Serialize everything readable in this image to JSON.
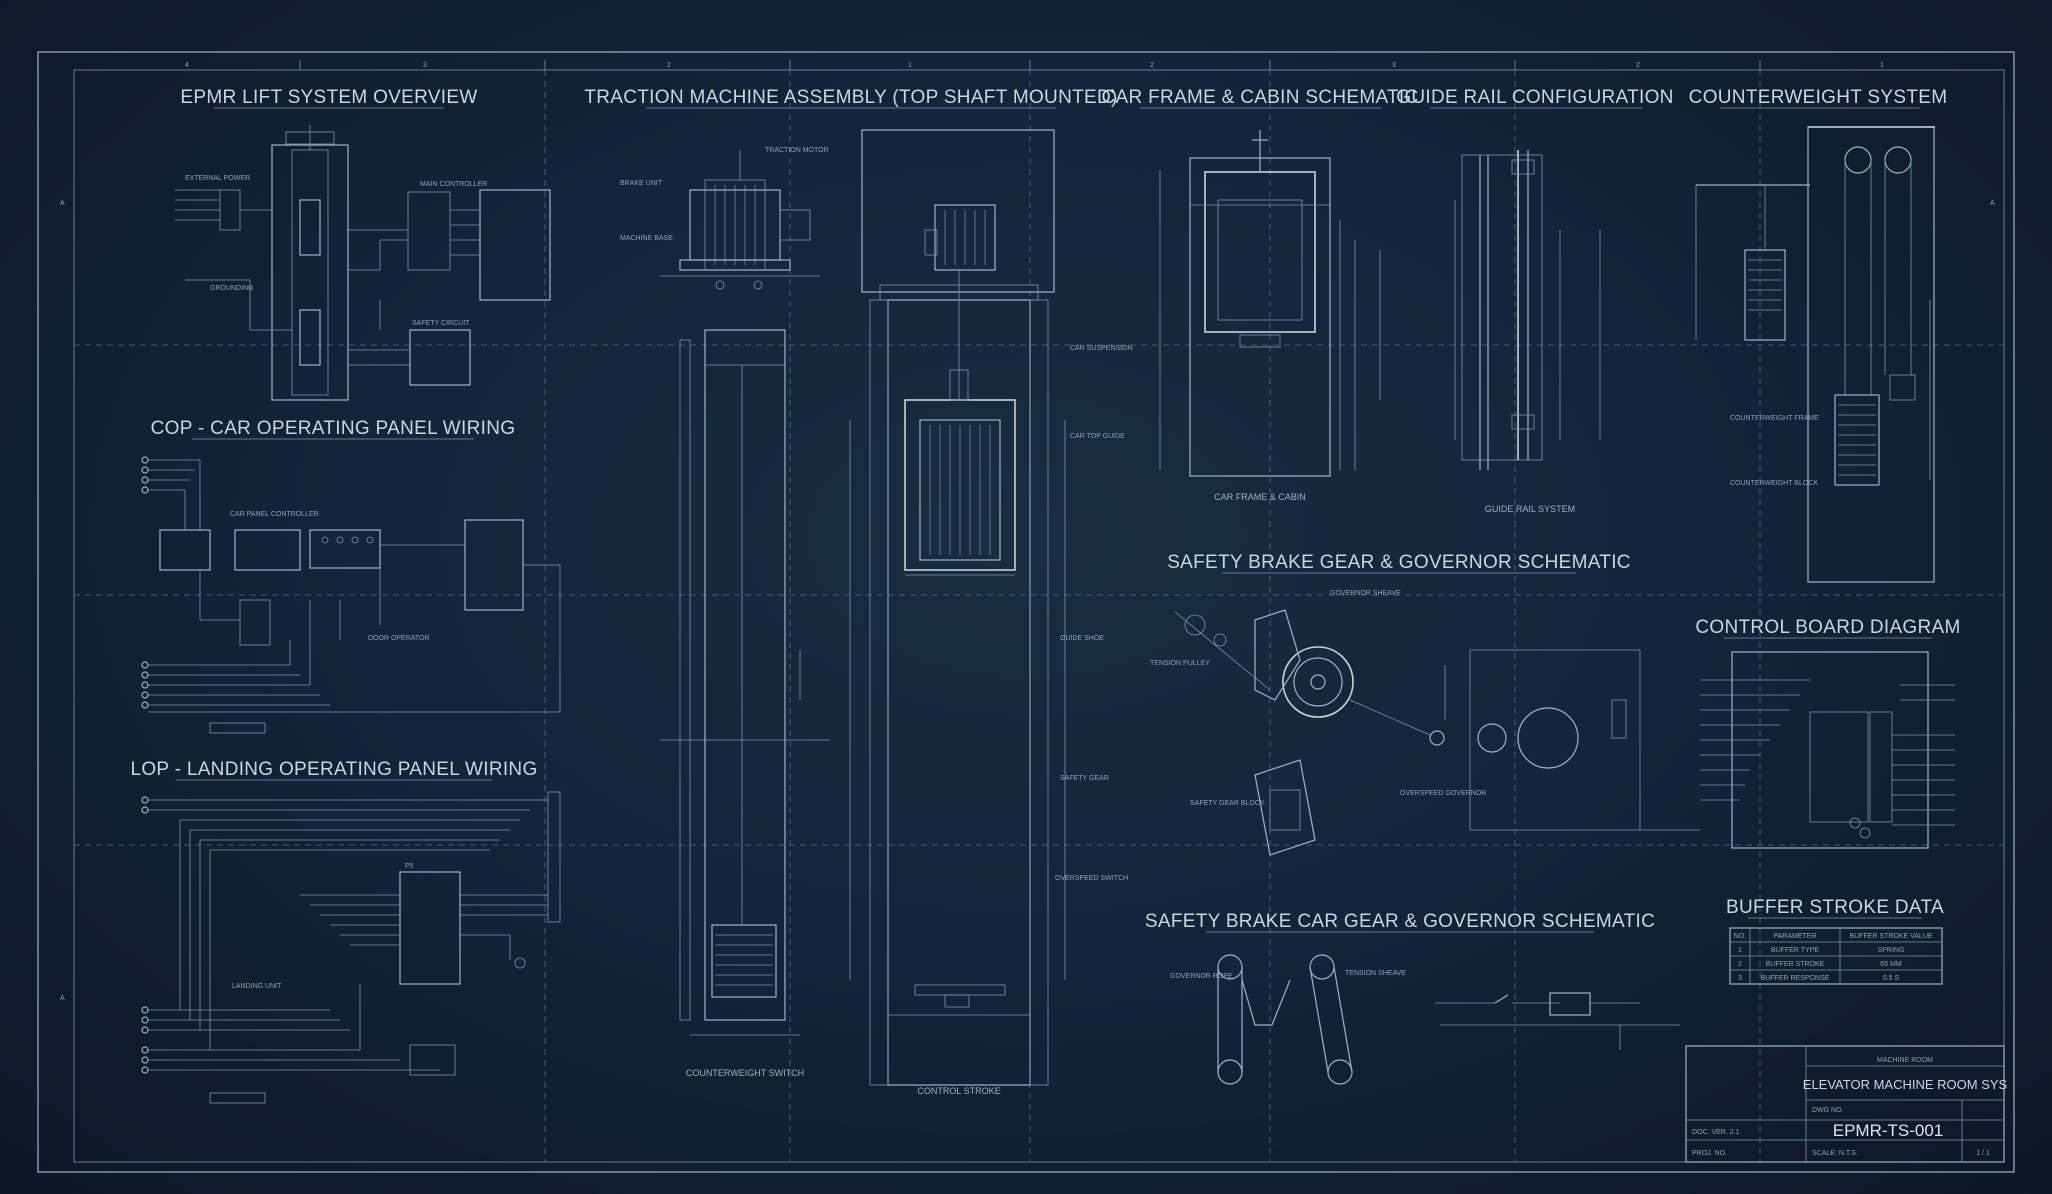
{
  "titles": {
    "overview": "EPMR LIFT SYSTEM OVERVIEW",
    "traction": "TRACTION MACHINE ASSEMBLY (TOP SHAFT MOUNTED)",
    "car_frame": "CAR FRAME & CABIN SCHEMATIC",
    "guide_rail": "GUIDE RAIL CONFIGURATION",
    "counterweight": "COUNTERWEIGHT SYSTEM",
    "cop": "COP - CAR OPERATING PANEL WIRING",
    "lop": "LOP - LANDING OPERATING PANEL WIRING",
    "safety_brake": "SAFETY BRAKE GEAR & GOVERNOR SCHEMATIC",
    "safety_brake_car": "SAFETY BRAKE CAR GEAR & GOVERNOR SCHEMATIC",
    "control_board": "CONTROL BOARD DIAGRAM",
    "buffer_stroke": "BUFFER STROKE DATA"
  },
  "captions": {
    "car_frame": "CAR FRAME & CABIN",
    "guide_rail": "GUIDE RAIL SYSTEM",
    "counterweight_switch": "COUNTERWEIGHT SWITCH",
    "control_stroke": "CONTROL STROKE"
  },
  "title_block": {
    "header": "MACHINE ROOM",
    "drawing_title": "ELEVATOR MACHINE ROOM SYS",
    "dwg_no_label": "DWG NO.",
    "drawing_number": "EPMR-TS-001",
    "doc_label": "DOC. VER. 2.1",
    "proj_label": "PROJ. NO.",
    "scale_label": "SCALE: N.T.S.",
    "sheet": "1 / 1"
  },
  "grid_markers": {
    "top": [
      "4",
      "3",
      "2",
      "1",
      "2",
      "3",
      "2",
      "1"
    ],
    "side": [
      "A",
      "A",
      "A"
    ]
  },
  "buffer_table": {
    "headers": [
      "NO.",
      "PARAMETER",
      "BUFFER STROKE VALUE"
    ],
    "rows": [
      [
        "1",
        "BUFFER TYPE",
        "SPRING"
      ],
      [
        "2",
        "BUFFER STROKE",
        "65 MM"
      ],
      [
        "3",
        "BUFFER RESPONSE",
        "0.5 S"
      ]
    ]
  },
  "colors": {
    "background": "#14243a",
    "line": "#9fb3c8",
    "text": "#c9d6e4"
  }
}
